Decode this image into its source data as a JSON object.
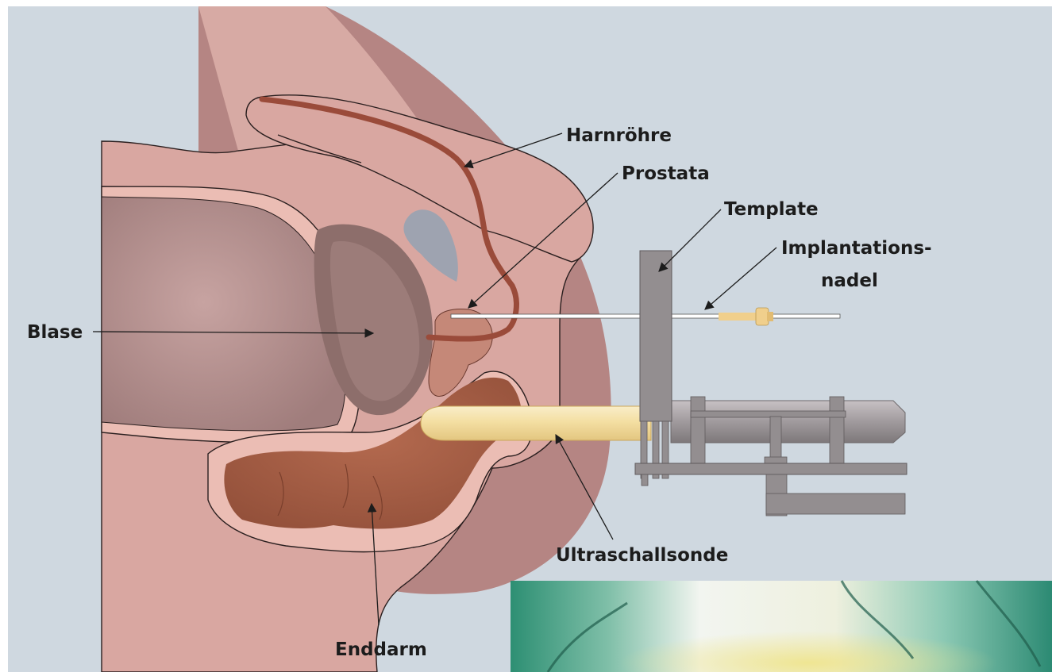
{
  "labels": {
    "harnroehre": "Harnröhre",
    "prostata": "Prostata",
    "template": "Template",
    "implantationsnadel_line1": "Implantations-",
    "implantationsnadel_line2": "nadel",
    "blase": "Blase",
    "ultraschallsonde": "Ultraschallsonde",
    "enddarm": "Enddarm"
  },
  "colors": {
    "background": "#cfd8e0",
    "skin_outer": "#b58583",
    "skin": "#d9a7a1",
    "skin_light": "#ebbdb4",
    "bladder": "#a88482",
    "prostate_zone": "#8d6e6b",
    "urethra": "#9a4b3a",
    "rectum": "#a45a42",
    "probe": "#f2dfa8",
    "device": "#8f8a8c",
    "needle_hub": "#f0cf8c",
    "label_text": "#1c1c1c"
  }
}
